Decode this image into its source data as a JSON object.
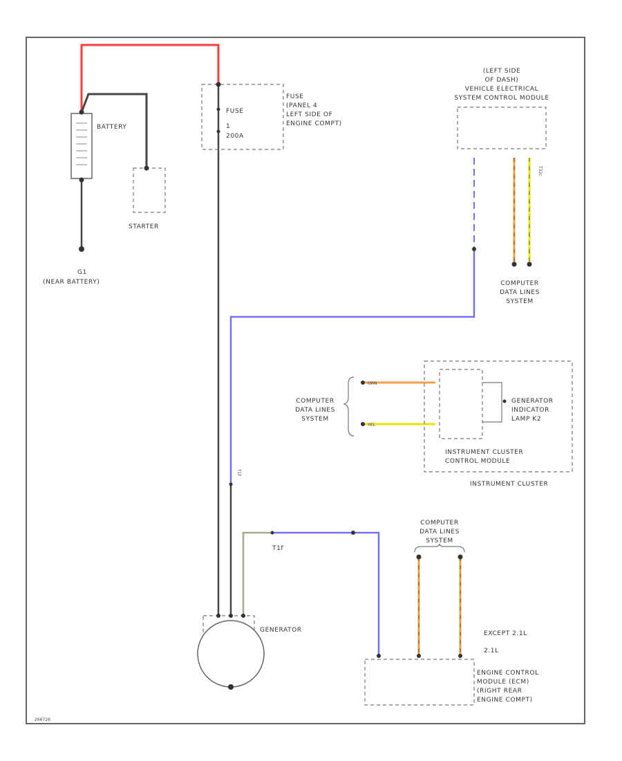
{
  "battery": {
    "label": "BATTERY"
  },
  "starter": {
    "label": "STARTER"
  },
  "ground_g1": {
    "label": "G1",
    "sublabel": "(NEAR BATTERY)"
  },
  "fuse_panel": {
    "fuse_label": "FUSE",
    "fuse_number": "1",
    "fuse_rating": "200A",
    "location_line1": "FUSE",
    "location_line2": "(PANEL 4",
    "location_line3": "LEFT SIDE OF",
    "location_line4": "ENGINE COMPT)"
  },
  "vesm": {
    "line1": "(LEFT SIDE",
    "line2": "OF DASH)",
    "line3": "VEHICLE ELECTRICAL",
    "line4": "SYSTEM CONTROL MODULE",
    "pin": "T32c"
  },
  "cdl_top": {
    "line1": "COMPUTER",
    "line2": "DATA LINES",
    "line3": "SYSTEM"
  },
  "cdl_mid": {
    "line1": "COMPUTER",
    "line2": "DATA LINES",
    "line3": "SYSTEM"
  },
  "cdl_bottom": {
    "line1": "COMPUTER",
    "line2": "DATA LINES",
    "line3": "SYSTEM"
  },
  "instrument_cluster": {
    "indicator_line1": "GENERATOR",
    "indicator_line2": "INDICATOR",
    "indicator_line3": "LAMP K2",
    "module_line1": "INSTRUMENT CLUSTER",
    "module_line2": "CONTROL MODULE",
    "label": "INSTRUMENT CLUSTER",
    "wire_orn": "ORN",
    "wire_yel": "YEL"
  },
  "generator": {
    "label": "GENERATOR"
  },
  "ecm": {
    "line1": "ENGINE CONTROL",
    "line2": "MODULE (ECM)",
    "line3": "(RIGHT REAR",
    "line4": "ENGINE COMPT)",
    "variant1": "EXCEPT 2.1L",
    "variant2": "2.1L"
  },
  "connectors": {
    "t1f_upper": "T1f",
    "t1f_lower": "T1f"
  },
  "footer": {
    "code": "266726"
  },
  "colors": {
    "red_wire": "#ff3b3b",
    "black_wire": "#444444",
    "blue_wire": "#7070ff",
    "orange_wire": "#f2a040",
    "yellow_wire": "#e6e600",
    "green_wire": "#a9a98a"
  }
}
